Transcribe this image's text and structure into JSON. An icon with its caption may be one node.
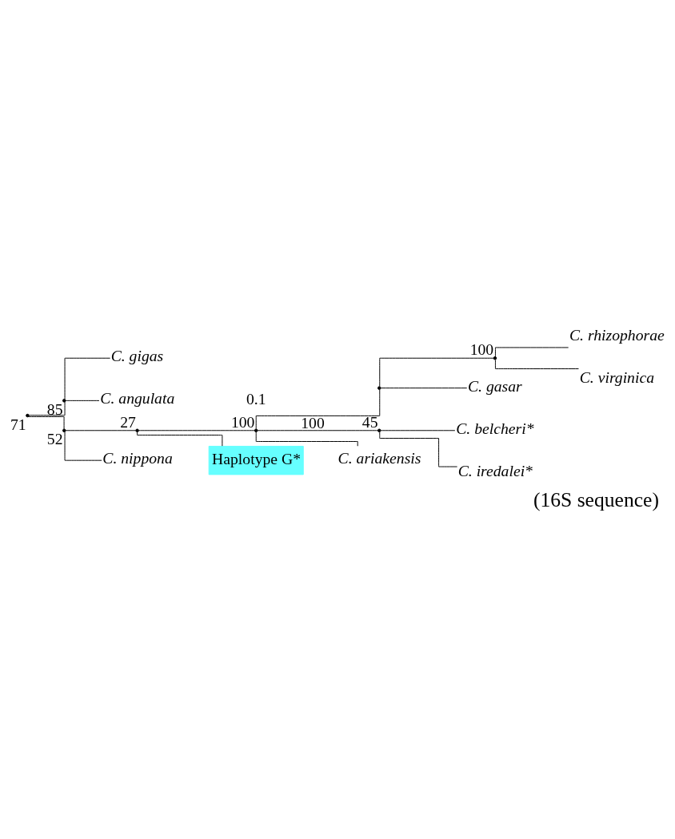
{
  "diagram": {
    "caption": "(16S sequence)",
    "nodes": [
      {
        "text": [],
        "shape": "point",
        "beside": [
          "71"
        ]
      },
      {
        "text": [],
        "shape": "point",
        "beside": [
          "85"
        ]
      },
      {
        "text": [],
        "shape": "point",
        "beside": [
          "52"
        ]
      },
      {
        "text": [],
        "shape": "point",
        "beside": [
          "27"
        ]
      },
      {
        "text": [],
        "shape": "point",
        "beside": [
          "100"
        ]
      },
      {
        "text": [],
        "shape": "point"
      },
      {
        "text": [],
        "shape": "point",
        "beside": [
          "100"
        ]
      },
      {
        "text": [],
        "shape": "point",
        "beside": [
          "45"
        ]
      },
      {
        "text": [
          "C. rhizophorae"
        ]
      },
      {
        "text": [
          "C. virginica"
        ]
      },
      {
        "text": [
          "C. gasar"
        ]
      },
      {
        "text": [
          "C. belcheri*"
        ]
      },
      {
        "text": [
          "C. iredalei*"
        ]
      },
      {
        "text": [
          "C. ariakensis"
        ]
      },
      {
        "text": [
          "Haplotype G*"
        ]
      },
      {
        "text": [
          "C. nippona"
        ]
      },
      {
        "text": [
          "C. gigas"
        ]
      },
      {
        "text": [
          "C. angulata"
        ]
      }
    ],
    "edges": [
      {
        "from": 0,
        "to": 2,
        "arrow": "none"
      },
      {
        "from": 2,
        "to": 3,
        "arrow": "none"
      },
      {
        "from": 3,
        "to": 4,
        "arrow": "none"
      },
      {
        "from": 4,
        "to": 5,
        "arrow": "none",
        "label": "100"
      },
      {
        "from": 5,
        "to": 6,
        "arrow": "none"
      },
      {
        "from": 6,
        "to": 8,
        "arrow": "none"
      },
      {
        "from": 6,
        "to": 9,
        "arrow": "none"
      },
      {
        "from": 5,
        "to": 10,
        "arrow": "none"
      },
      {
        "from": 4,
        "to": 7,
        "arrow": "none"
      },
      {
        "from": 7,
        "to": 11,
        "arrow": "none"
      },
      {
        "from": 7,
        "to": 12,
        "arrow": "none"
      },
      {
        "from": 4,
        "to": 13,
        "arrow": "none"
      },
      {
        "from": 3,
        "to": 14,
        "arrow": "none"
      },
      {
        "from": 2,
        "to": 15,
        "arrow": "none"
      },
      {
        "from": 0,
        "to": 1,
        "arrow": "none"
      },
      {
        "from": 1,
        "to": 16,
        "arrow": "none"
      },
      {
        "from": 1,
        "to": 17,
        "arrow": "none"
      }
    ],
    "labels": [
      "0.1"
    ]
  }
}
